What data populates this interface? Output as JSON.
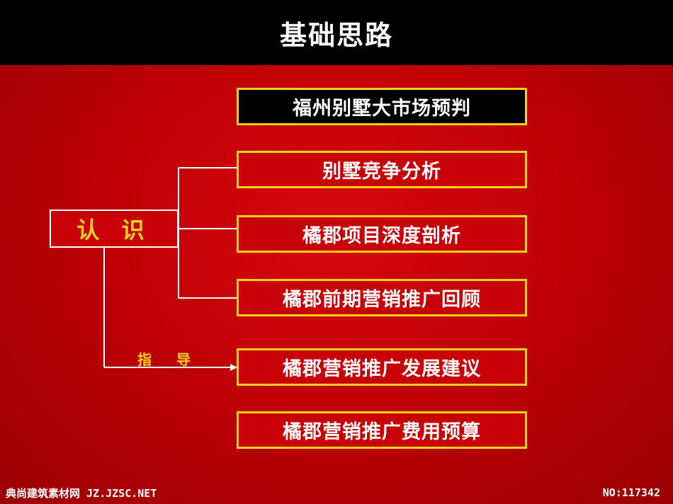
{
  "title": "基础思路",
  "root_label": "认 识",
  "edge_label": "指 导",
  "boxes": [
    "福州别墅大市场预判",
    "别墅竞争分析",
    "橘郡项目深度剖析",
    "橘郡前期营销推广回顾",
    "橘郡营销推广发展建议",
    "橘郡营销推广费用预算"
  ],
  "footer": {
    "left": "典尚建筑素材网 JZ.JZSC.NET",
    "right": "NO:117342"
  },
  "colors": {
    "background": "#c00007",
    "title_bar": "#000000",
    "box_border": "#f5d21c",
    "connector": "#ffffff",
    "root_text": "#f5d21c"
  }
}
